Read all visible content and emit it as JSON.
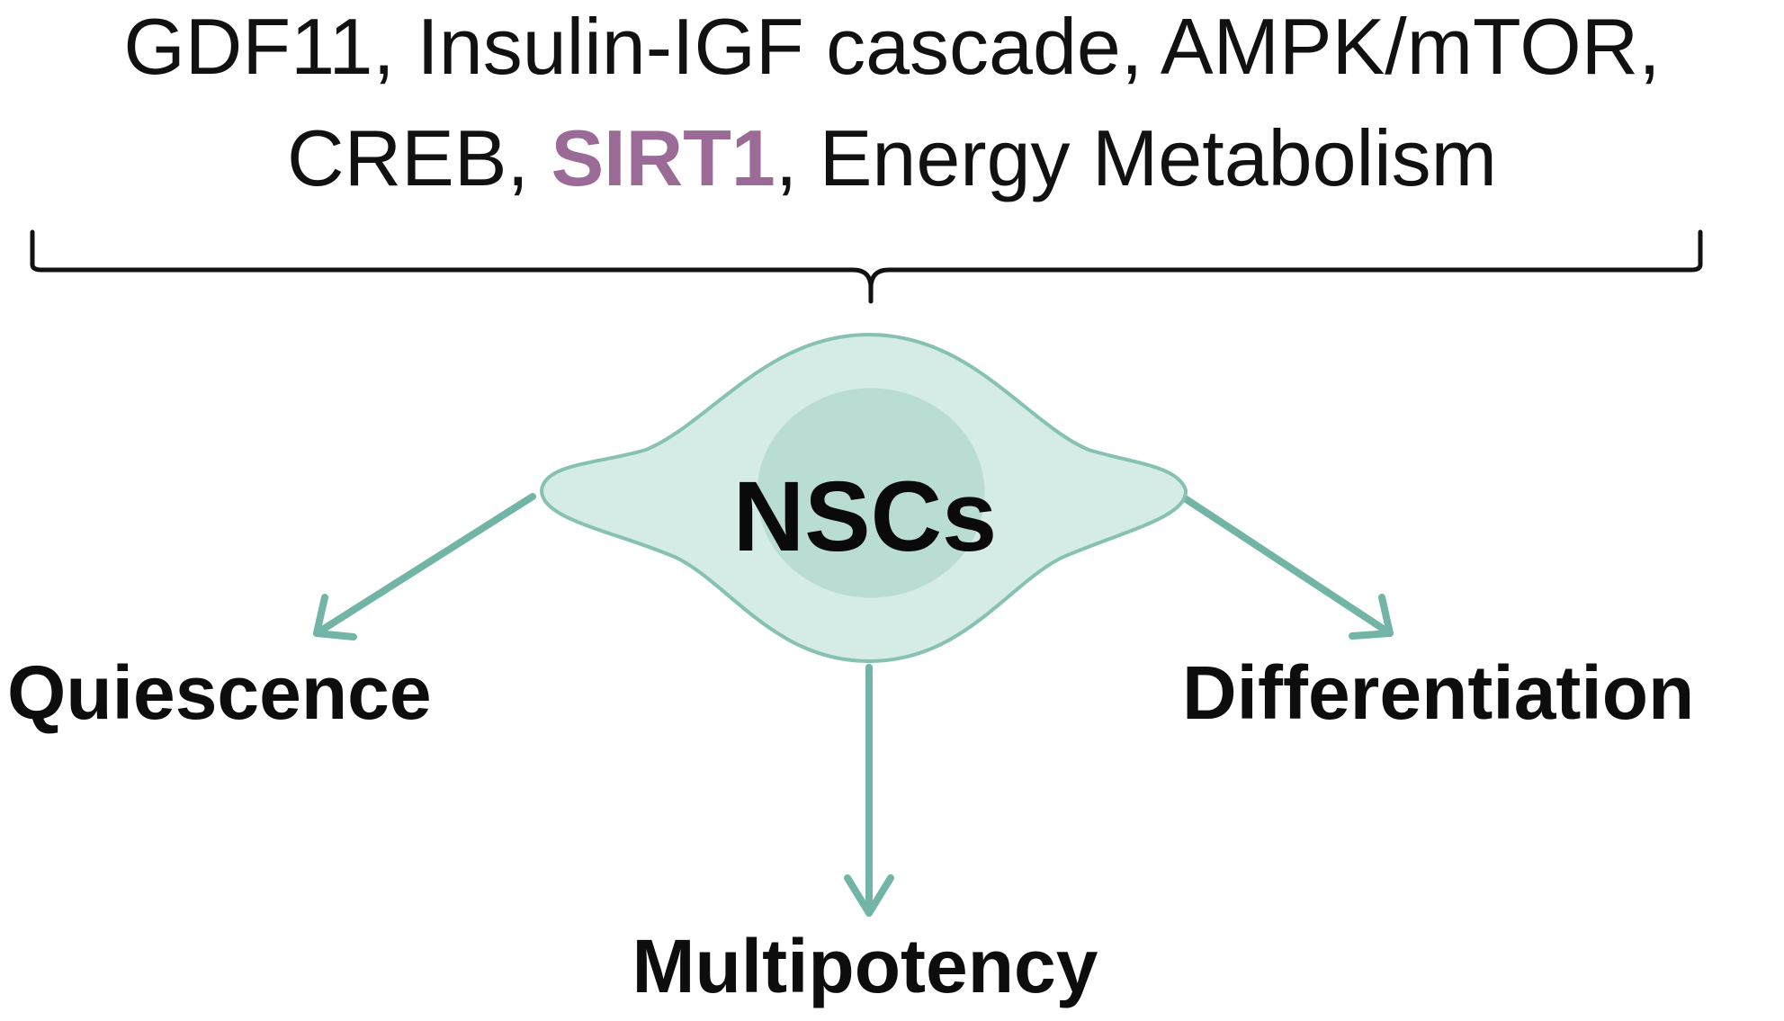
{
  "header": {
    "line1": "GDF11, Insulin-IGF cascade, AMPK/mTOR,",
    "line2_prefix": "CREB, ",
    "line2_highlight": "SIRT1",
    "line2_suffix": ", Energy Metabolism"
  },
  "cell": {
    "label": "NSCs"
  },
  "outcomes": {
    "left": "Quiescence",
    "right": "Differentiation",
    "bottom": "Multipotency"
  },
  "colors": {
    "highlight": "#9b6a97",
    "cell_fill": "#d5ebe6",
    "cell_stroke": "#86c1b3",
    "nucleus_fill": "#b9dcd3",
    "arrow": "#72b5a6",
    "bracket": "#111111"
  }
}
